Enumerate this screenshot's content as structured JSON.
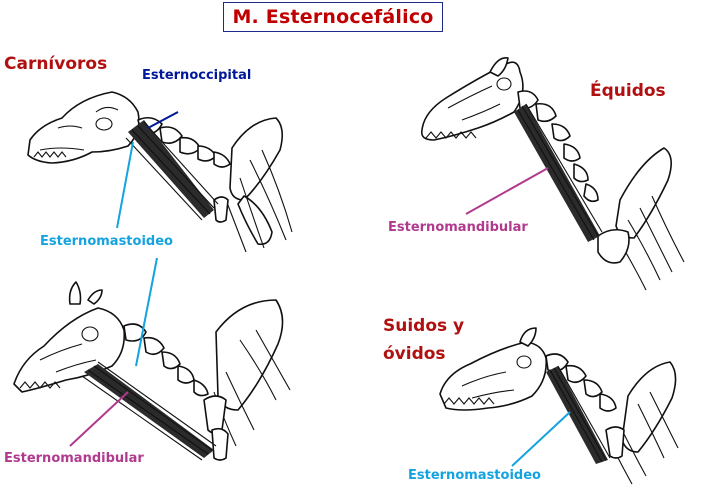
{
  "title": "M. Esternocefálico",
  "groups": {
    "carnivores": "Carnívoros",
    "equids": "Équidos",
    "suids_line1": "Suidos y",
    "suids_line2": "óvidos"
  },
  "muscles": {
    "sternooccipital": "Esternoccipital",
    "sternomastoid_dog": "Esternomastoideo",
    "sternomandibular_horse": "Esternomandibular",
    "sternomandibular_cow": "Esternomandibular",
    "sternomastoid_pig": "Esternomastoideo"
  },
  "colors": {
    "title": "#c00000",
    "title_border": "#1f2a8a",
    "group_labels": "#b01010",
    "sternooccipital": "#00189a",
    "sternomastoid": "#15a3e0",
    "sternomandibular": "#b03a8e"
  },
  "illustrations": {
    "dog": "dog-skeleton-icon",
    "horse": "horse-skeleton-icon",
    "cow": "cow-skeleton-icon",
    "pig": "pig-skeleton-icon"
  }
}
